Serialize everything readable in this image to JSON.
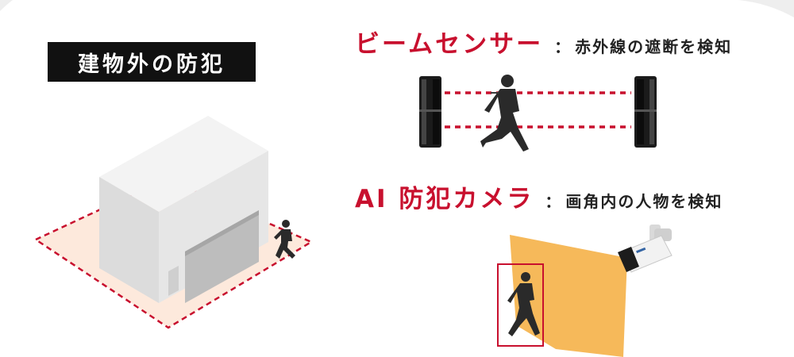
{
  "outdoor_title": "建物外の防犯",
  "beam_sensor": {
    "name": "ビームセンサー",
    "separator": "：",
    "description": "赤外線の遮断を検知"
  },
  "ai_camera": {
    "name": "AI 防犯カメラ",
    "separator": "：",
    "description": "画角内の人物を検知"
  },
  "colors": {
    "accent_red": "#c8102e",
    "zone_fill": "#fde9dc",
    "camera_view": "#f6b95a",
    "building": "#e8e8e8"
  }
}
